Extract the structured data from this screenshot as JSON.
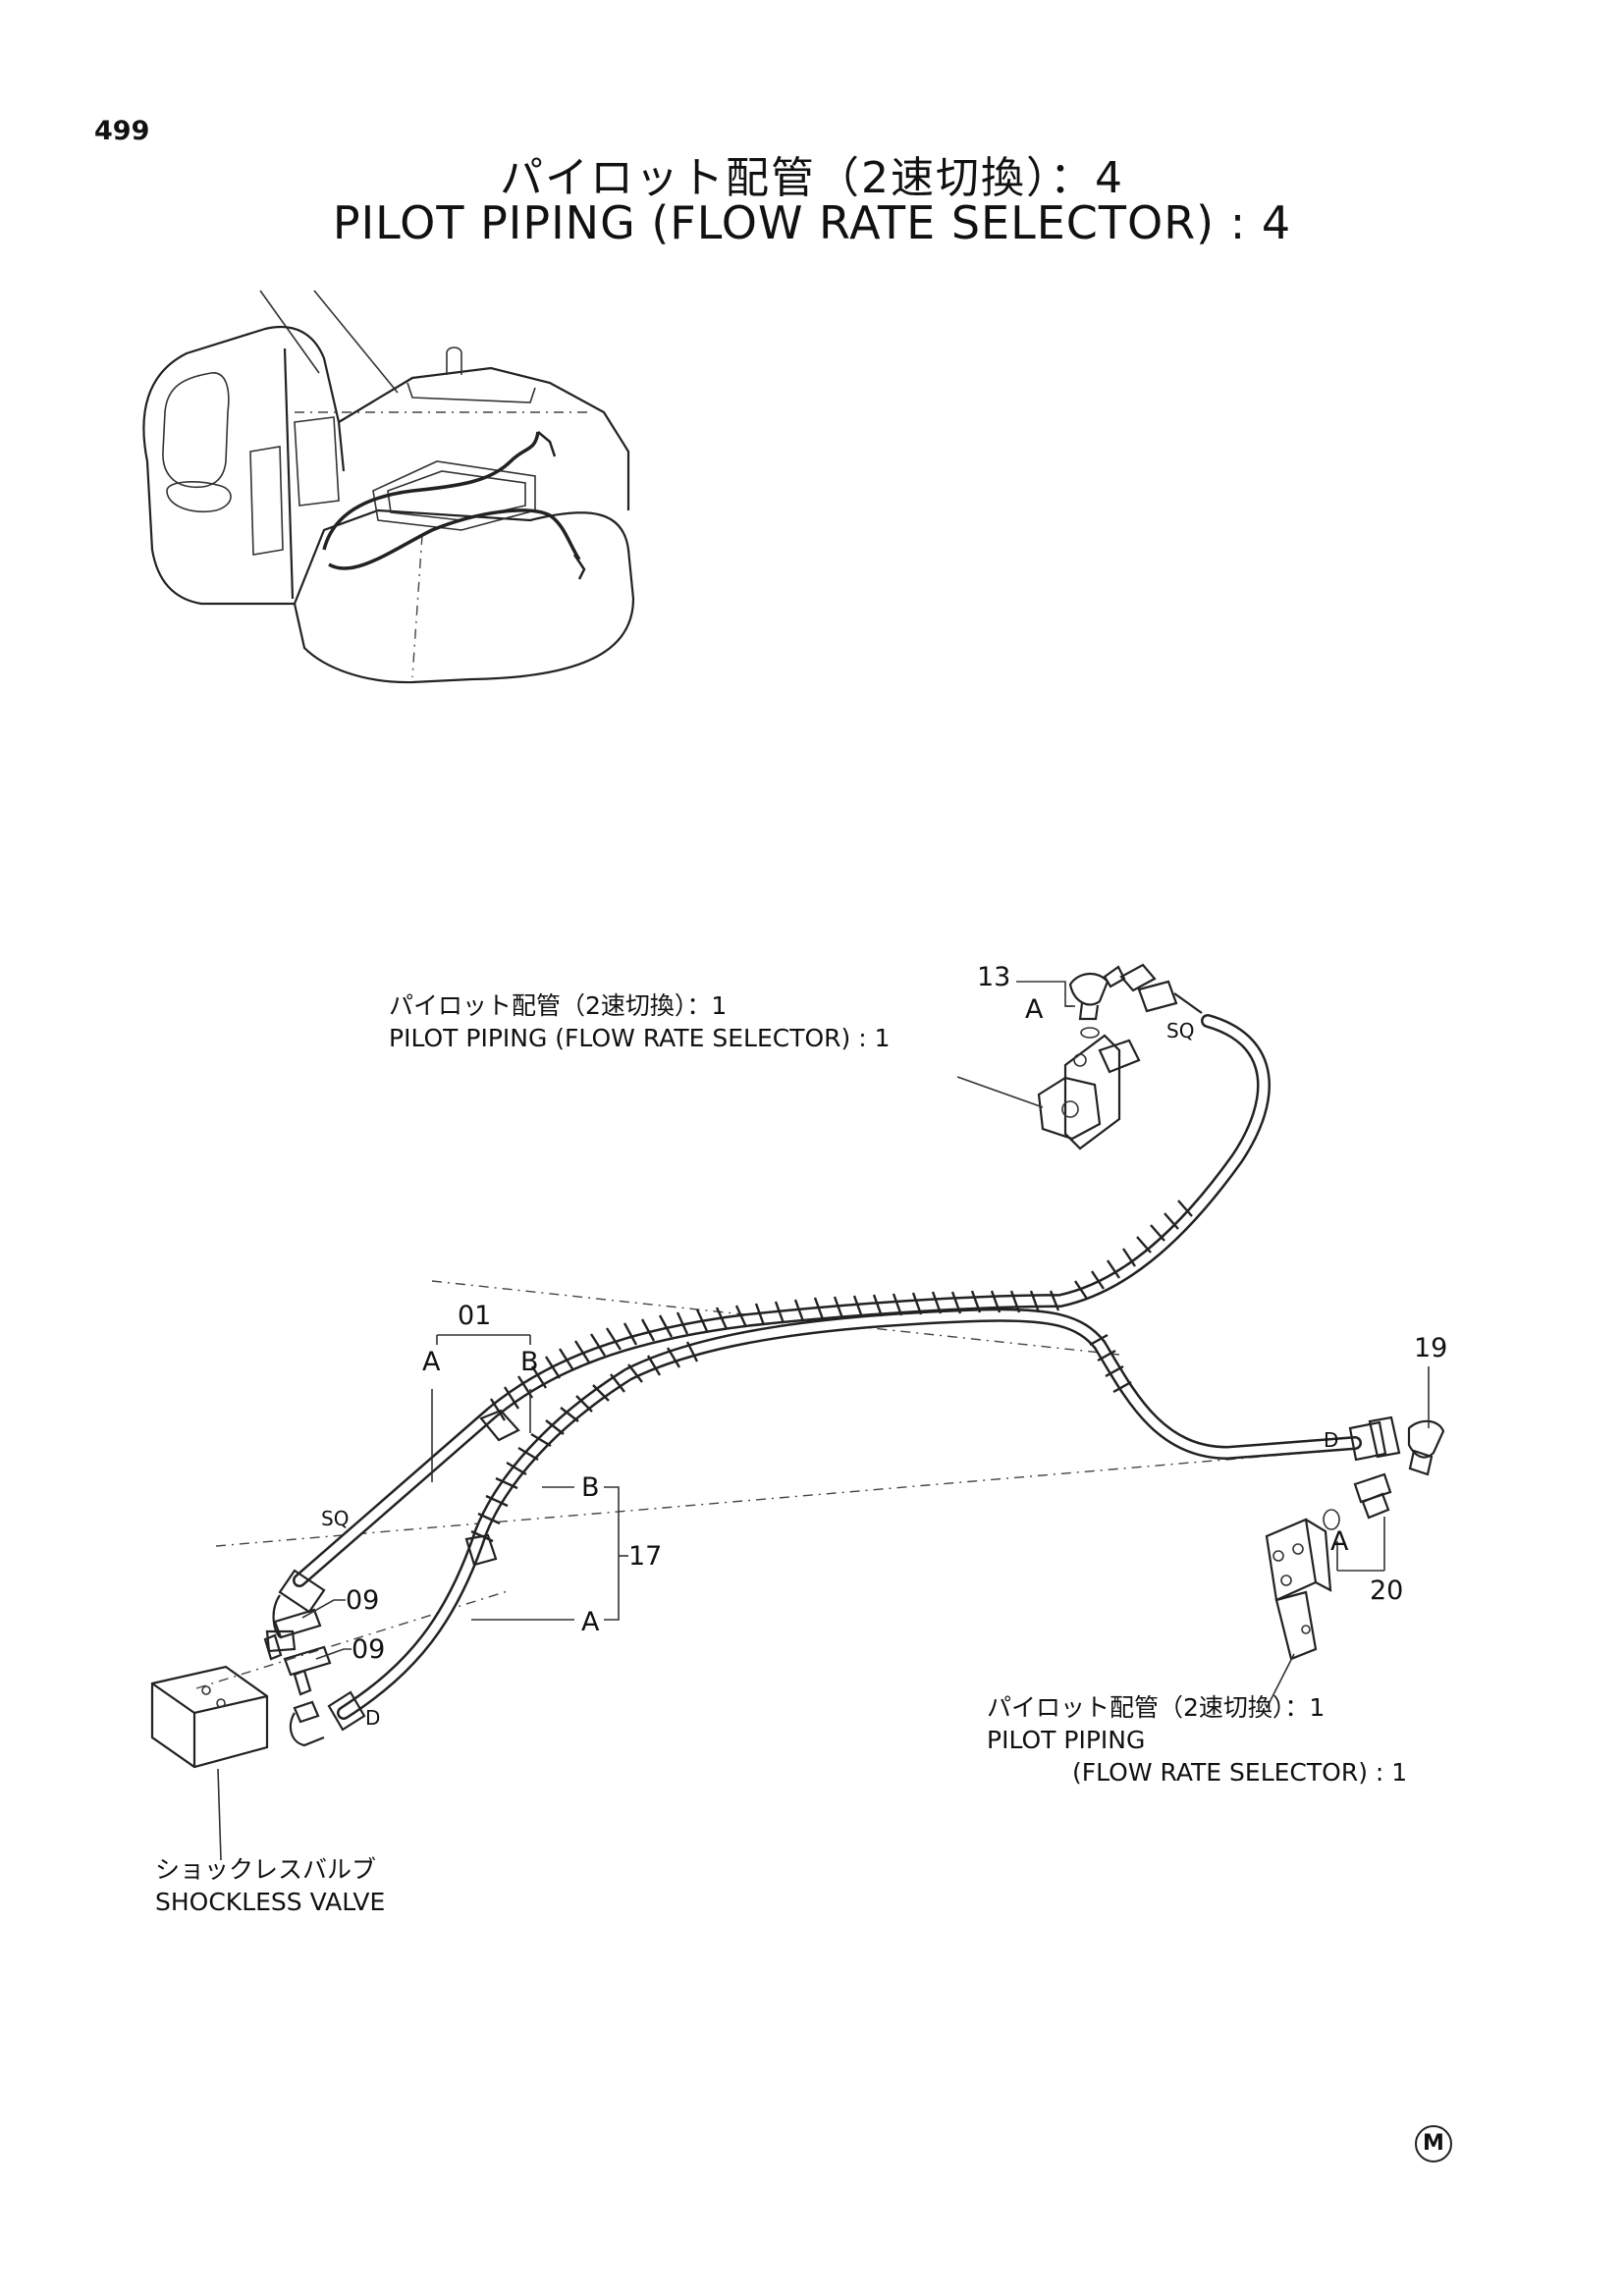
{
  "page_number": "499",
  "title": {
    "japanese": "パイロット配管（2速切換）：4",
    "english": "PILOT PIPING (FLOW RATE SELECTOR) : 4"
  },
  "references": {
    "upper_jp": "パイロット配管（2速切換）：1",
    "upper_en": "PILOT PIPING (FLOW RATE SELECTOR) : 1",
    "lower_jp": "パイロット配管（2速切換）：1",
    "lower_en_1": "PILOT PIPING",
    "lower_en_2": "(FLOW RATE SELECTOR) : 1",
    "valve_jp": "ショックレスバルブ",
    "valve_en": "SHOCKLESS VALVE"
  },
  "part_callouts": {
    "p13": "13",
    "p01": "01",
    "p19": "19",
    "p17": "17",
    "p09a": "09",
    "p09b": "09",
    "p20": "20"
  },
  "letters": {
    "A": "A",
    "B": "B",
    "SQ": "SQ",
    "D": "D"
  },
  "corner_mark": "M"
}
